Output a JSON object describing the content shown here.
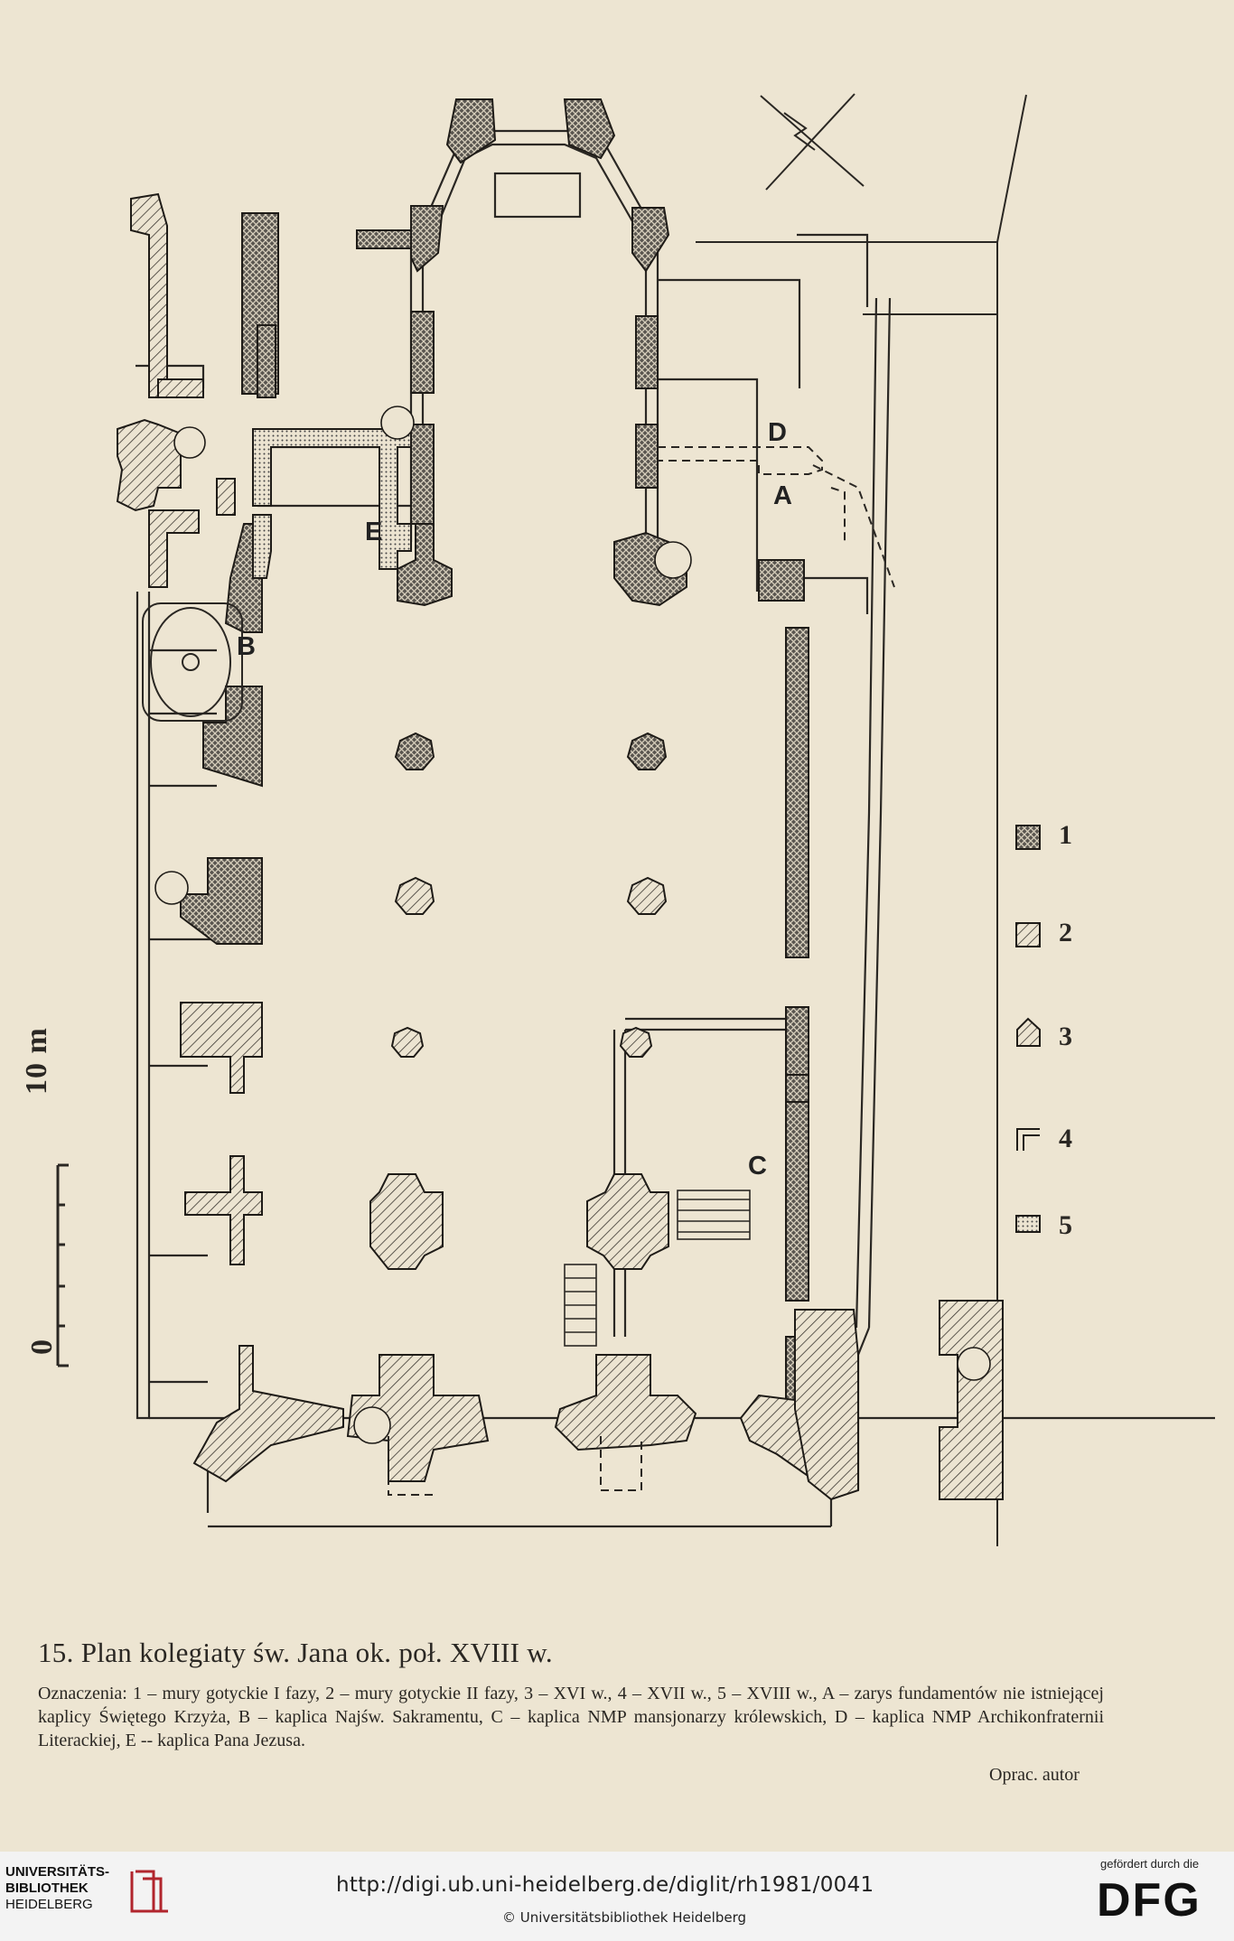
{
  "plan": {
    "letters": {
      "a": "A",
      "b": "B",
      "c": "C",
      "d": "D",
      "e": "E"
    },
    "legend": [
      "1",
      "2",
      "3",
      "4",
      "5"
    ],
    "scale": {
      "label": "10 m",
      "zero": "0"
    }
  },
  "caption": {
    "title": "15. Plan kolegiaty św. Jana ok. poł. XVIII w.",
    "body": "Oznaczenia: 1 – mury gotyckie I fazy, 2 – mury gotyckie II fazy, 3 – XVI w., 4 – XVII w., 5 – XVIII w., A – zarys fundamentów nie istniejącej kaplicy Świętego Krzyża, B – kaplica Najśw. Sakramentu, C – kaplica NMP mansjonarzy królewskich, D – kaplica NMP Archikonfraternii Literackiej, E -- kaplica Pana Jezusa.",
    "credit": "Oprac. autor"
  },
  "footer": {
    "institution_line1": "UNIVERSITÄTS-",
    "institution_line2": "BIBLIOTHEK",
    "institution_line3": "HEIDELBERG",
    "url": "http://digi.ub.uni-heidelberg.de/diglit/rh1981/0041",
    "copyright": "© Universitätsbibliothek Heidelberg",
    "funder_label": "gefördert durch die",
    "funder": "DFG"
  }
}
